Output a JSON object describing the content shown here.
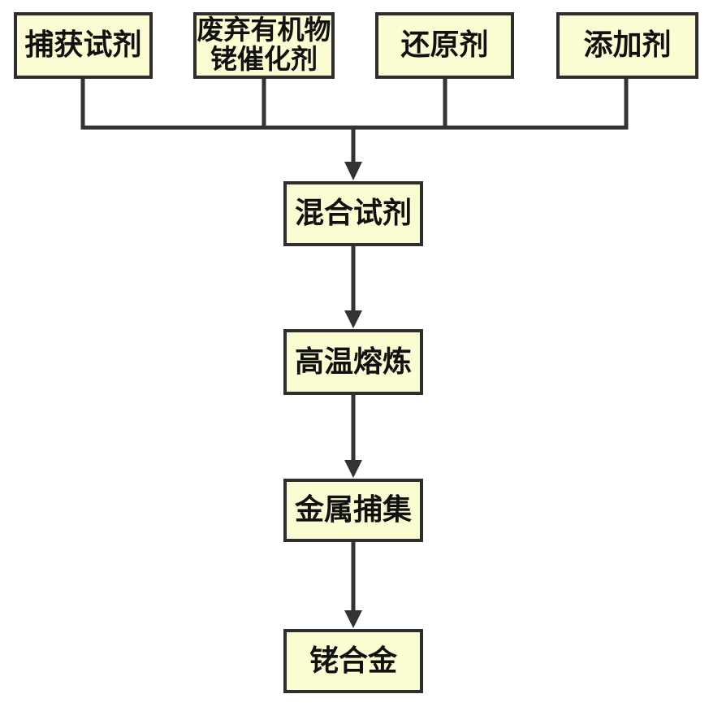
{
  "diagram": {
    "type": "flowchart",
    "nodes": {
      "capture_reagent": {
        "label": "捕获试剂"
      },
      "waste_organic_rhodium_catalyst": {
        "label": "废弃有机物\n铑催化剂"
      },
      "reducing_agent": {
        "label": "还原剂"
      },
      "additive": {
        "label": "添加剂"
      },
      "mixed_reagent": {
        "label": "混合试剂"
      },
      "high_temperature_smelting": {
        "label": "高温熔炼"
      },
      "metal_capture": {
        "label": "金属捕集"
      },
      "rhodium_alloy": {
        "label": "铑合金"
      }
    },
    "edges": [
      {
        "from": "capture_reagent",
        "to": "mixed_reagent"
      },
      {
        "from": "waste_organic_rhodium_catalyst",
        "to": "mixed_reagent"
      },
      {
        "from": "reducing_agent",
        "to": "mixed_reagent"
      },
      {
        "from": "additive",
        "to": "mixed_reagent"
      },
      {
        "from": "mixed_reagent",
        "to": "high_temperature_smelting"
      },
      {
        "from": "high_temperature_smelting",
        "to": "metal_capture"
      },
      {
        "from": "metal_capture",
        "to": "rhodium_alloy"
      }
    ],
    "colors": {
      "background": "#FFFFFF",
      "node_fill": "#FCFCD2",
      "node_border": "#2E2E2E",
      "connector": "#333333",
      "text": "#111111"
    }
  }
}
